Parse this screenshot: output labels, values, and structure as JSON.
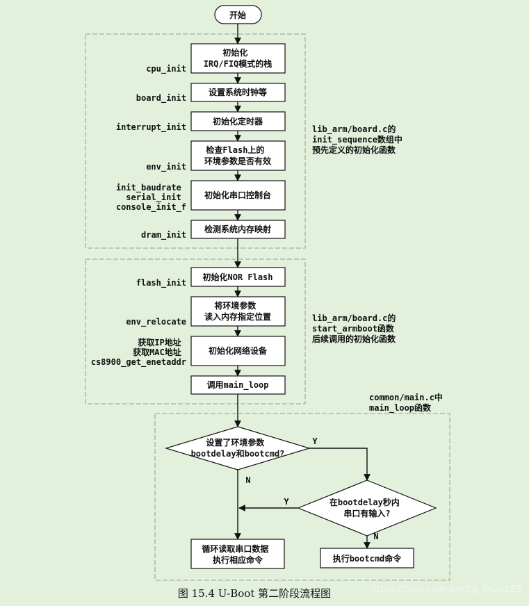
{
  "start_label": "开始",
  "group1": {
    "boxes": [
      {
        "id": "b1",
        "lines": [
          "初始化",
          "IRQ/FIQ模式的栈"
        ]
      },
      {
        "id": "b2",
        "lines": [
          "设置系统时钟等"
        ]
      },
      {
        "id": "b3",
        "lines": [
          "初始化定时器"
        ]
      },
      {
        "id": "b4",
        "lines": [
          "检查Flash上的",
          "环境参数是否有效"
        ]
      },
      {
        "id": "b5",
        "lines": [
          "初始化串口控制台"
        ]
      },
      {
        "id": "b6",
        "lines": [
          "检测系统内存映射"
        ]
      }
    ],
    "labels": [
      {
        "for": "b1",
        "lines": [
          "cpu_init"
        ]
      },
      {
        "for": "b2",
        "lines": [
          "board_init"
        ]
      },
      {
        "for": "b3",
        "lines": [
          "interrupt_init"
        ]
      },
      {
        "for": "b4",
        "lines": [
          "env_init"
        ]
      },
      {
        "for": "b5",
        "lines": [
          "init_baudrate",
          "serial_init",
          "console_init_f"
        ]
      },
      {
        "for": "b6",
        "lines": [
          "dram_init"
        ]
      }
    ],
    "note": [
      "lib_arm/board.c的",
      "init_sequence数组中",
      "预先定义的初始化函数"
    ]
  },
  "group2": {
    "boxes": [
      {
        "id": "c1",
        "lines": [
          "初始化NOR Flash"
        ]
      },
      {
        "id": "c2",
        "lines": [
          "将环境参数",
          "读入内存指定位置"
        ]
      },
      {
        "id": "c3",
        "lines": [
          "初始化网络设备"
        ]
      },
      {
        "id": "c4",
        "lines": [
          "调用main_loop"
        ]
      }
    ],
    "labels": [
      {
        "for": "c1",
        "lines": [
          "flash_init"
        ]
      },
      {
        "for": "c2",
        "lines": [
          "env_relocate"
        ]
      },
      {
        "for": "c3",
        "lines": [
          "获取IP地址",
          "获取MAC地址",
          "cs8900_get_enetaddr"
        ]
      }
    ],
    "note": [
      "lib_arm/board.c的",
      "start_armboot函数",
      "后续调用的初始化函数"
    ]
  },
  "group3": {
    "note": [
      "common/main.c中",
      "main_loop函数"
    ],
    "decision1": [
      "设置了环境参数",
      "bootdelay和bootcmd?"
    ],
    "decision2": [
      "在bootdelay秒内",
      "串口有输入?"
    ],
    "box_loop": [
      "循环读取串口数据",
      "执行相应命令"
    ],
    "box_bootcmd": [
      "执行bootcmd命令"
    ],
    "yes": "Y",
    "no": "N"
  },
  "caption": "图 15.4    U-Boot 第二阶段流程图",
  "watermark": "https://blog.csdn.net/lzj_linux188"
}
